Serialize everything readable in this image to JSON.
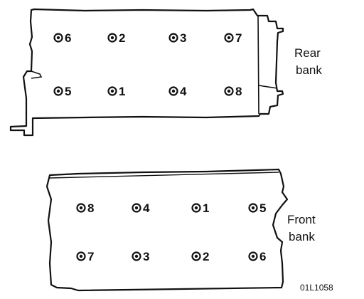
{
  "rear_bank": {
    "label_line1": "Rear",
    "label_line2": "bank",
    "bolts": [
      {
        "number": "6",
        "row": 0,
        "col": 0
      },
      {
        "number": "2",
        "row": 0,
        "col": 1
      },
      {
        "number": "3",
        "row": 0,
        "col": 2
      },
      {
        "number": "7",
        "row": 0,
        "col": 3
      },
      {
        "number": "5",
        "row": 1,
        "col": 0
      },
      {
        "number": "1",
        "row": 1,
        "col": 1
      },
      {
        "number": "4",
        "row": 1,
        "col": 2
      },
      {
        "number": "8",
        "row": 1,
        "col": 3
      }
    ]
  },
  "front_bank": {
    "label_line1": "Front",
    "label_line2": "bank",
    "bolts": [
      {
        "number": "8",
        "row": 0,
        "col": 0
      },
      {
        "number": "4",
        "row": 0,
        "col": 1
      },
      {
        "number": "1",
        "row": 0,
        "col": 2
      },
      {
        "number": "5",
        "row": 0,
        "col": 3
      },
      {
        "number": "7",
        "row": 1,
        "col": 0
      },
      {
        "number": "3",
        "row": 1,
        "col": 1
      },
      {
        "number": "2",
        "row": 1,
        "col": 2
      },
      {
        "number": "6",
        "row": 1,
        "col": 3
      }
    ]
  },
  "figure_code": "01L1058",
  "colors": {
    "line": "#111111",
    "background": "#ffffff"
  }
}
